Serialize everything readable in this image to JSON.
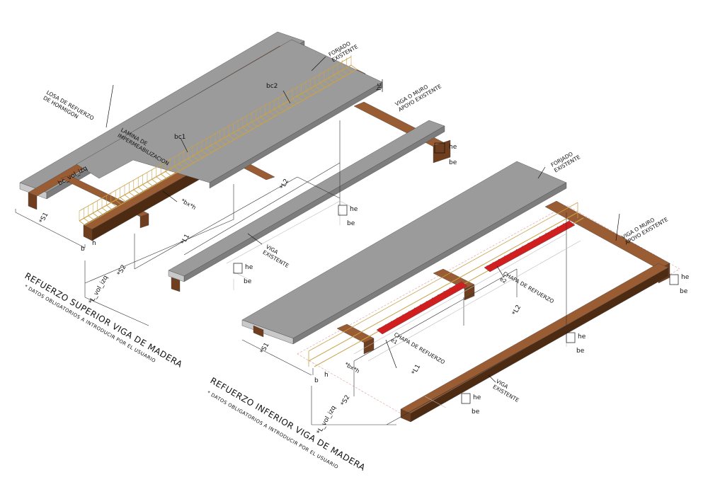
{
  "top_diagram": {
    "title": "REFUERZO SUPERIOR VIGA DE MADERA",
    "subtitle": "* DATOS OBLIGATORIOS A INTRODUCIR POR EL USUARIO",
    "labels": {
      "forjado": "FORJADO\nEXISTENTE",
      "viga_apoyo": "VIGA O MURO\nAPOYO EXISTENTE",
      "losa": "LOSA DE REFUERZO\nDE HORMIGON",
      "lamina": "LAMINA DE\nIMPERMEABILIZACION",
      "viga_existente": "VIGA\nEXISTENTE"
    },
    "dims": {
      "bc1": "bc1",
      "bc2": "bc2",
      "hc": "hc",
      "bc_vol_izq": "bc_vol_izq",
      "bxh": "*bx*h",
      "h": "h",
      "b": "b",
      "s1": "*S1",
      "s2": "*S2",
      "l_vol_izq": "*L_vol_izq",
      "l1": "*L1",
      "l2": "*L2",
      "he": "he",
      "be": "be"
    }
  },
  "bottom_diagram": {
    "title": "REFUERZO INFERIOR VIGA DE MADERA",
    "subtitle": "* DATOS OBLIGATORIOS A INTRODUCIR POR EL USUARIO",
    "labels": {
      "forjado": "FORJADO\nEXISTENTE",
      "viga_apoyo": "VIGA O MURO\nAPOYO EXISTENTE",
      "chapa1": "CHAPA DE REFUERZO\ne1",
      "chapa2": "CHAPA DE REFUERZO\ne2",
      "viga_existente": "VIGA\nEXISTENTE"
    },
    "dims": {
      "bxh": "*bx*h",
      "h": "h",
      "b": "b",
      "s1": "*S1",
      "s2": "*S2",
      "l_vol_izq": "*L_vol_izq",
      "l1": "*L1",
      "l2": "*L2",
      "he": "he",
      "be": "be"
    }
  },
  "colors": {
    "slab_top": "#9b9b9b",
    "slab_side": "#c9c9c9",
    "slab_edge": "#7d7d7d",
    "wood_top": "#9a5c33",
    "wood_side": "#6e3e1e",
    "wood_dark": "#4d2a12",
    "rebar": "#c8a24a",
    "plate": "#d11f1f"
  }
}
